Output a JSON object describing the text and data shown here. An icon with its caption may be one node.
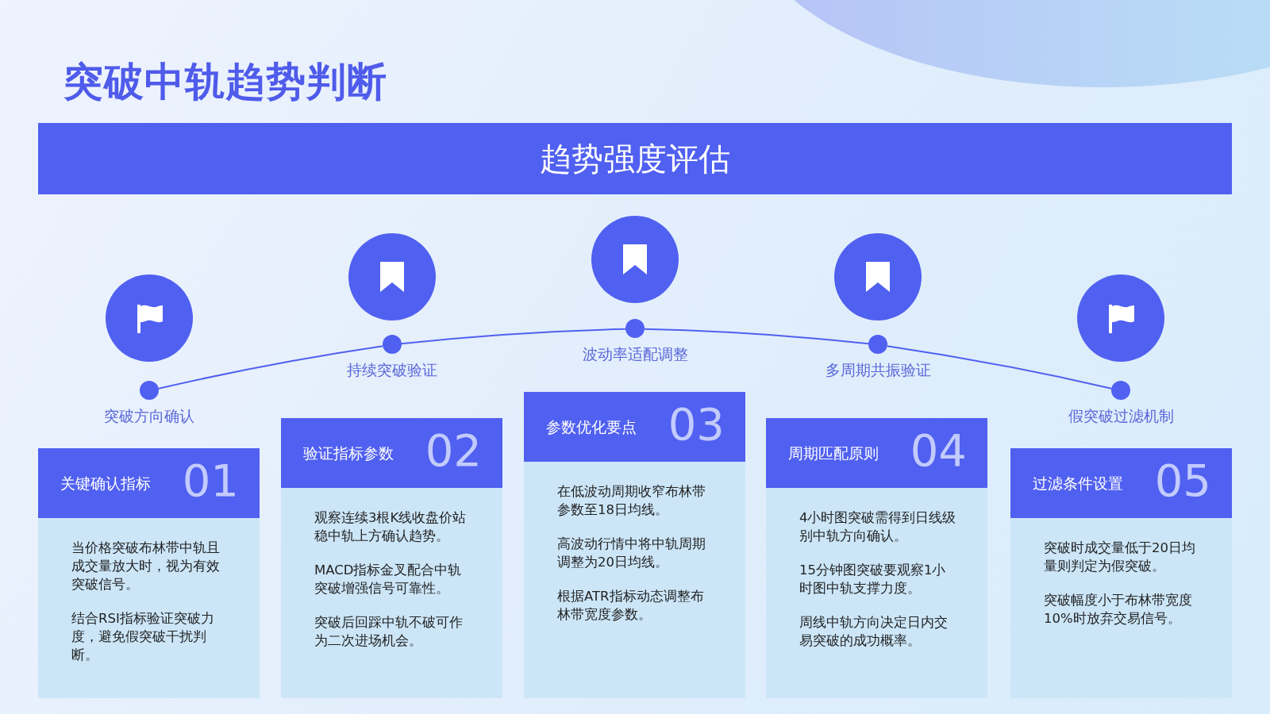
{
  "diagram": {
    "title": "突破中轨趋势判断",
    "nodes": [
      {
        "text": [
          "趋势强度评估"
        ]
      },
      {
        "text": [],
        "shape": "circle",
        "beside": [
          "突破方向确认"
        ]
      },
      {
        "text": [],
        "shape": "circle",
        "beside": [
          "持续突破验证"
        ]
      },
      {
        "text": [],
        "shape": "circle",
        "beside": [
          "波动率适配调整"
        ]
      },
      {
        "text": [],
        "shape": "circle",
        "beside": [
          "多周期共振验证"
        ]
      },
      {
        "text": [],
        "shape": "circle",
        "beside": [
          "假突破过滤机制"
        ]
      },
      {
        "text": [
          "关键确认指标",
          "01",
          "当价格突破布林带中轨且成交量放大时，视为有效突破信号。",
          "结合RSI指标验证突破力度，避免假突破干扰判断。"
        ]
      },
      {
        "text": [
          "验证指标参数",
          "02",
          "观察连续3根K线收盘价站稳中轨上方确认趋势。",
          "MACD指标金叉配合中轨突破增强信号可靠性。",
          "突破后回踩中轨不破可作为二次进场机会。"
        ]
      },
      {
        "text": [
          "参数优化要点",
          "03",
          "在低波动周期收窄布林带参数至18日均线。",
          "高波动行情中将中轨周期调整为20日均线。",
          "根据ATR指标动态调整布林带宽度参数。"
        ]
      },
      {
        "text": [
          "周期匹配原则",
          "04",
          "4小时图突破需得到日线级别中轨方向确认。",
          "15分钟图突破要观察1小时图中轨支撑力度。",
          "周线中轨方向决定日内交易突破的成功概率。"
        ]
      },
      {
        "text": [
          "过滤条件设置",
          "05",
          "突破时成交量低于20日均量则判定为假突破。",
          "突破幅度小于布林带宽度10%时放弃交易信号。"
        ]
      }
    ],
    "edges": [
      {
        "from": 1,
        "to": 2,
        "arrow": "none"
      },
      {
        "from": 2,
        "to": 3,
        "arrow": "none"
      },
      {
        "from": 3,
        "to": 4,
        "arrow": "none"
      },
      {
        "from": 4,
        "to": 5,
        "arrow": "none"
      }
    ]
  }
}
